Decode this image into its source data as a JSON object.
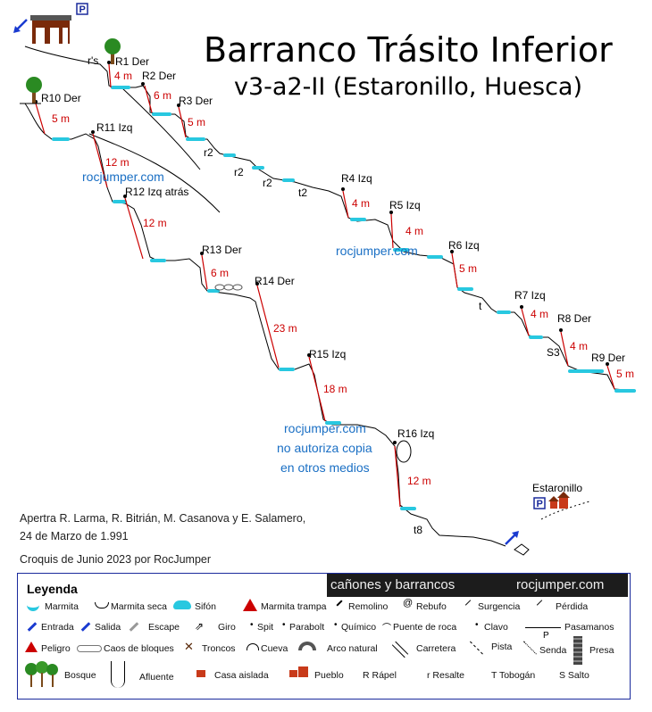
{
  "title": "Barranco Trásito Inferior",
  "subtitle": "v3-a2-II (Estaronillo, Huesca)",
  "watermarks": [
    "rocjumper.com",
    "rocjumper.com",
    "rocjumper.com",
    "no autoriza copia",
    "en otros medios"
  ],
  "rappels": [
    {
      "name": "R1 Der",
      "length": "4 m"
    },
    {
      "name": "R2 Der",
      "length": "6 m"
    },
    {
      "name": "R3 Der",
      "length": "5 m"
    },
    {
      "name": "R4 Izq",
      "length": "4 m"
    },
    {
      "name": "R5 Izq",
      "length": "4 m"
    },
    {
      "name": "R6 Izq",
      "length": "5 m"
    },
    {
      "name": "R7 Izq",
      "length": "4 m"
    },
    {
      "name": "R8 Der",
      "length": "4 m"
    },
    {
      "name": "R9 Der",
      "length": "5 m"
    },
    {
      "name": "R10 Der",
      "length": "5 m"
    },
    {
      "name": "R11 Izq",
      "length": "12 m"
    },
    {
      "name": "R12 Izq atrás",
      "length": "12 m"
    },
    {
      "name": "R13 Der",
      "length": "6 m"
    },
    {
      "name": "R14 Der",
      "length": "23 m"
    },
    {
      "name": "R15 Izq",
      "length": "18 m"
    },
    {
      "name": "R16 Izq",
      "length": "12 m"
    }
  ],
  "features": {
    "rs": "r's",
    "r": "r2",
    "t2": "t2",
    "t": "t",
    "s3": "S3",
    "t8": "t8"
  },
  "village": "Estaronillo",
  "parking_sign": "P",
  "credits": {
    "line1": "Apertra R. Larma, R. Bitrián, M. Casanova y E. Salamero,",
    "line2": "24 de Marzo de 1.991",
    "line3": "Croquis de Junio 2023 por RocJumper"
  },
  "legend": {
    "title": "Leyenda",
    "banner_left": "cañones y barrancos",
    "banner_right": "rocjumper.com",
    "items": [
      "Marmita",
      "Marmita seca",
      "Sifón",
      "Marmita trampa",
      "Remolino",
      "Rebufo",
      "Surgencia",
      "Pérdida",
      "Entrada",
      "Salida",
      "Escape",
      "Giro",
      "Spit",
      "Parabolt",
      "Químico",
      "Puente de roca",
      "Clavo",
      "Pasamanos",
      "Peligro",
      "Caos de bloques",
      "Troncos",
      "Cueva",
      "Arco natural",
      "Carretera",
      "Pista",
      "Senda",
      "Presa",
      "Bosque",
      "Afluente",
      "Casa aislada",
      "Pueblo",
      "R Rápel",
      "r Resalte",
      "T Tobogán",
      "S Salto"
    ],
    "senda_letter": "P"
  },
  "colors": {
    "water": "#28c8e0",
    "rope": "#cc0000",
    "watermark": "#1a6fc4",
    "legend_border": "#1a2a9c",
    "banner": "#1c1c1c"
  }
}
